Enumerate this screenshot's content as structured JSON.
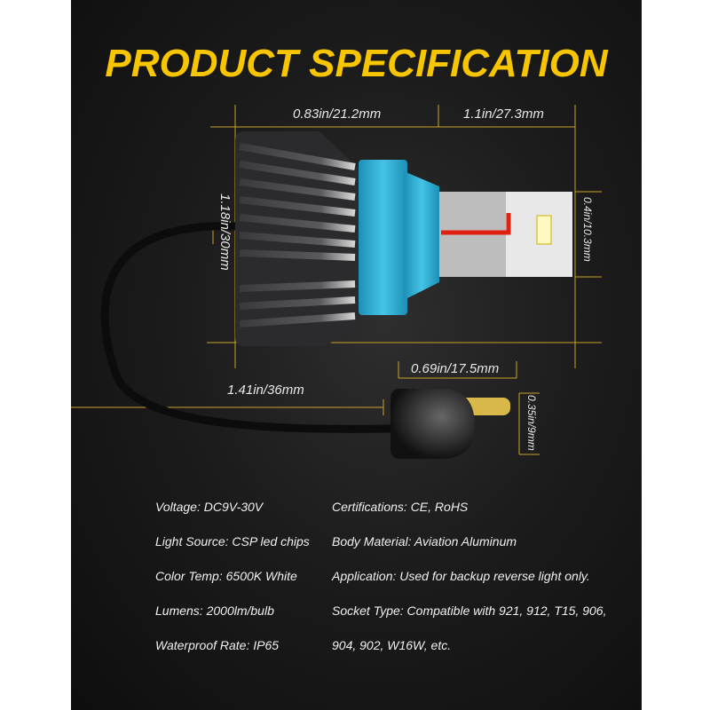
{
  "title": "PRODUCT SPECIFICATION",
  "dimensions": {
    "top_left": "0.83in/21.2mm",
    "top_right": "1.1in/27.3mm",
    "height": "1.18in/30mm",
    "led_height": "0.4in/10.3mm",
    "wire_length": "1.41in/36mm",
    "socket_length": "0.69in/17.5mm",
    "socket_height": "0.35in/9mm"
  },
  "specs_left": [
    "Voltage: DC9V-30V",
    "Light Source: CSP led chips",
    "Color Temp: 6500K White",
    "Lumens: 2000lm/bulb",
    "Waterproof Rate: IP65"
  ],
  "specs_right": [
    "Certifications: CE, RoHS",
    "Body Material: Aviation Aluminum",
    "Application: Used for backup reverse light only.",
    "Socket Type: Compatible with 921, 912, T15, 906,",
    "904, 902, W16W, etc."
  ],
  "colors": {
    "accent": "#f7c600",
    "collar": "#2fb2d6",
    "wire": "#e02010"
  }
}
